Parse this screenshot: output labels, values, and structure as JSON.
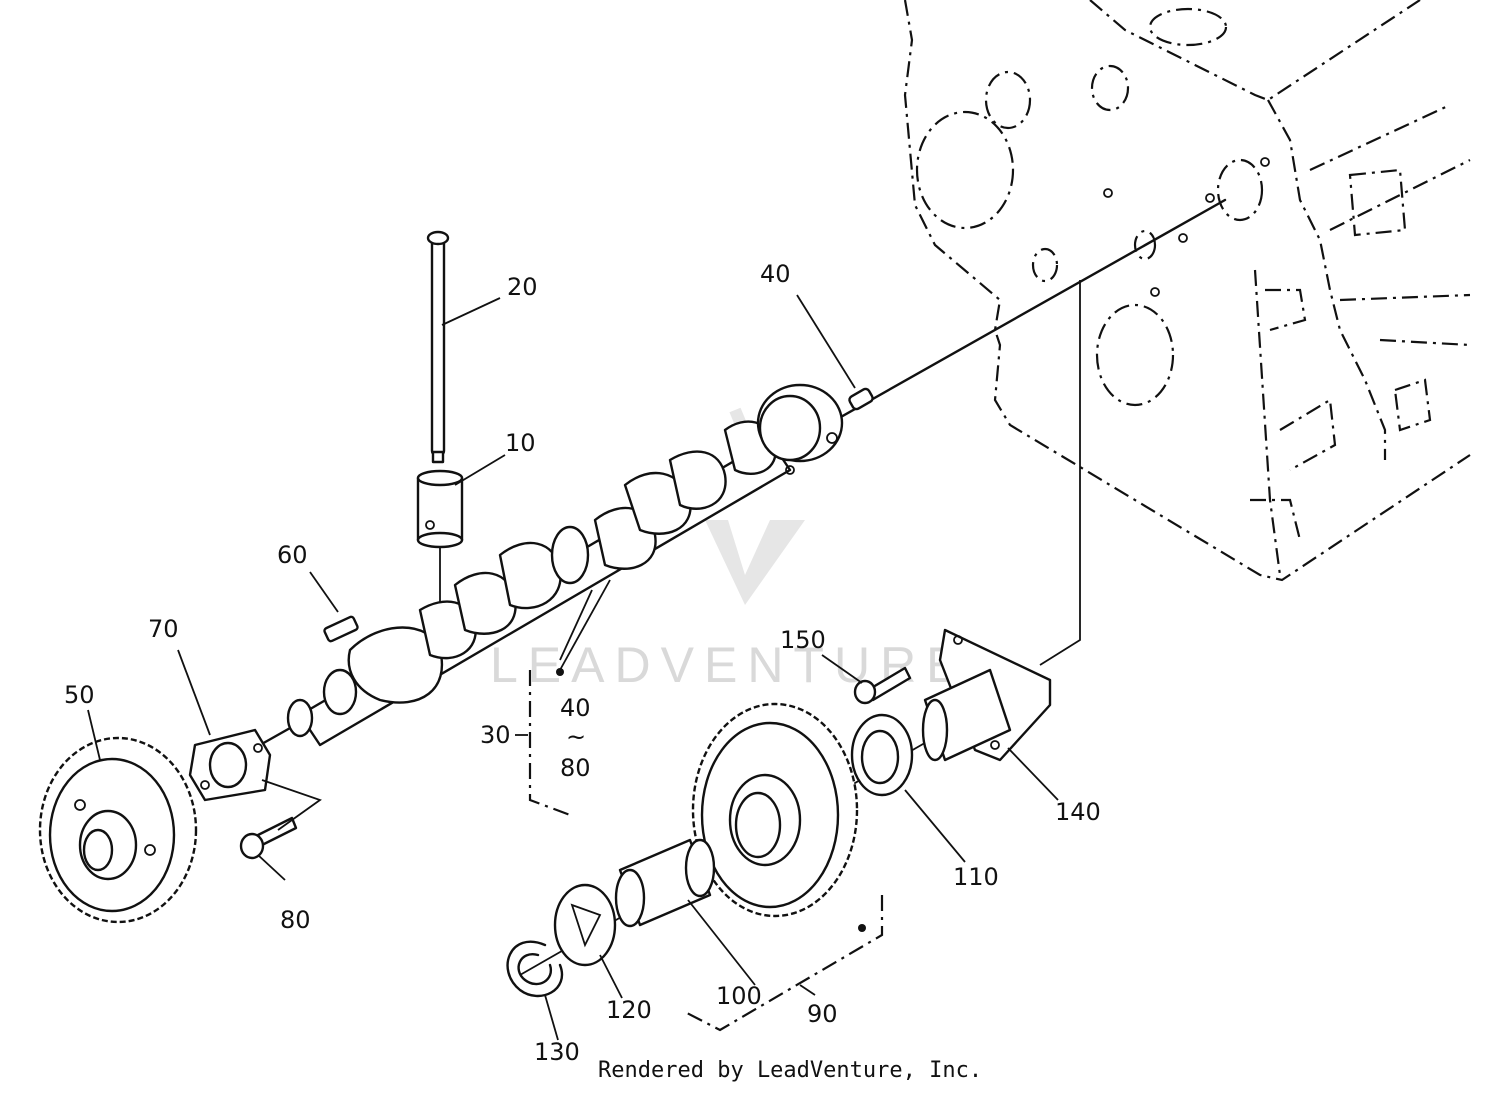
{
  "diagram": {
    "callouts": {
      "c10": "10",
      "c20": "20",
      "c30": "30",
      "c40_top": "40",
      "c40_range_from": "40",
      "c40_range_tilde": "~",
      "c40_range_to": "80",
      "c50": "50",
      "c60": "60",
      "c70": "70",
      "c80": "80",
      "c90": "90",
      "c100": "100",
      "c110": "110",
      "c120": "120",
      "c130": "130",
      "c140": "140",
      "c150": "150"
    },
    "watermark": "LEADVENTURE",
    "footer": "Rendered by LeadVenture, Inc."
  },
  "colors": {
    "line": "#111111",
    "background": "#ffffff",
    "watermark": "#d9d9d9"
  }
}
